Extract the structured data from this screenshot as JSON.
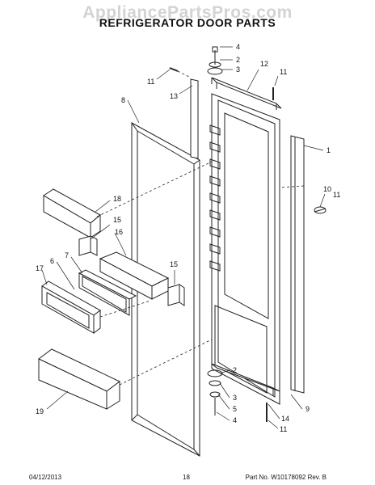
{
  "watermark": "AppliancePartsPros.com",
  "title": "REFRIGERATOR DOOR PARTS",
  "callouts": {
    "c4a": "4",
    "c2a": "2",
    "c3a": "3",
    "c12": "12",
    "c11a": "11",
    "c11b": "11",
    "c13": "13",
    "c8": "8",
    "c1": "1",
    "c10": "10",
    "c11c": "11",
    "c18": "18",
    "c15a": "15",
    "c16": "16",
    "c7": "7",
    "c17": "17",
    "c6": "6",
    "c15b": "15",
    "c19": "19",
    "c3b": "3",
    "c5": "5",
    "c4b": "4",
    "c14": "14",
    "c11d": "11",
    "c9": "9",
    "c2b": "2"
  },
  "footer": {
    "date": "04/12/2013",
    "page": "18",
    "part": "Part No.  W10178092  Rev.  B"
  }
}
